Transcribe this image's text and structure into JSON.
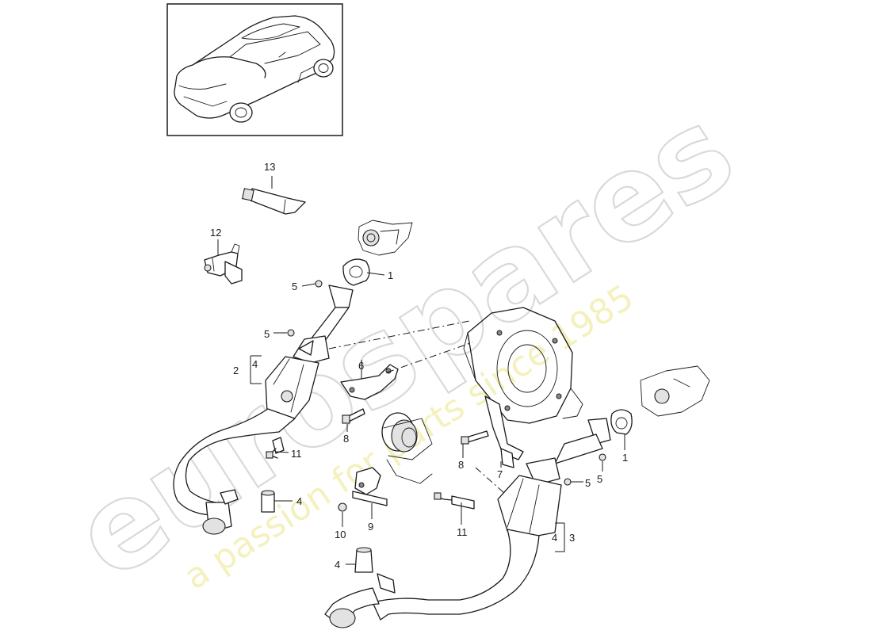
{
  "watermark": {
    "brand": "eurospares",
    "tagline": "a passion for parts since 1985",
    "brand_color": "#d9d9d9",
    "tagline_color": "#f3efb4"
  },
  "callouts": {
    "c1a": "1",
    "c1b": "1",
    "c2": "2",
    "c3": "3",
    "c4a": "4",
    "c4b": "4",
    "c4c": "4",
    "c4d": "4",
    "c5a": "5",
    "c5b": "5",
    "c5c": "5",
    "c5d": "5",
    "c6": "6",
    "c7": "7",
    "c8a": "8",
    "c8b": "8",
    "c9": "9",
    "c10": "10",
    "c11a": "11",
    "c11b": "11",
    "c12": "12",
    "c13": "13"
  }
}
